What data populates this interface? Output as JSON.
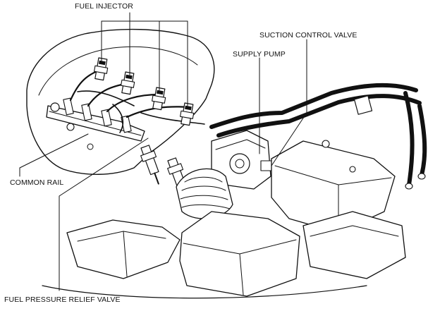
{
  "labels": {
    "fuel_injector": "FUEL INJECTOR",
    "suction_control_valve": "SUCTION CONTROL VALVE",
    "supply_pump": "SUPPLY PUMP",
    "common_rail": "COMMON RAIL",
    "fuel_pressure_relief_valve": "FUEL PRESSURE RELIEF VALVE"
  },
  "colors": {
    "line": "#111111",
    "background": "#ffffff"
  }
}
